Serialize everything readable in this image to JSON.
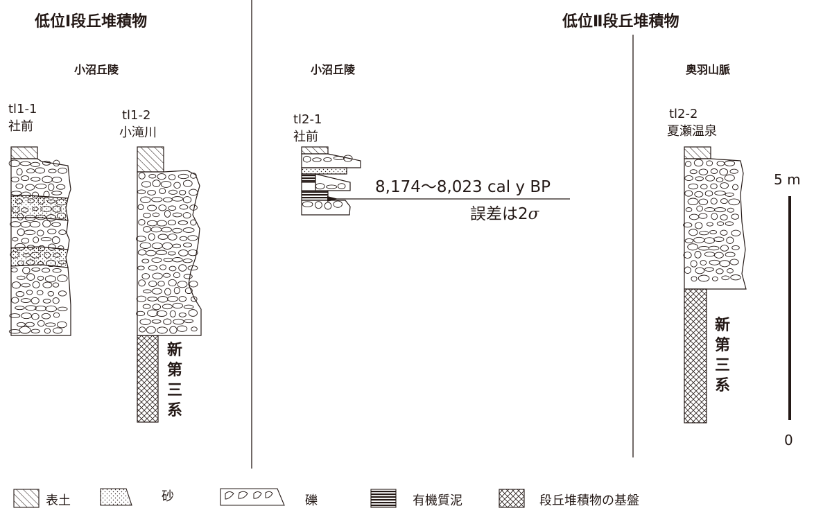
{
  "headings": {
    "lower_terrace_1": "低位Ⅰ段丘堆積物",
    "lower_terrace_2": "低位Ⅱ段丘堆積物"
  },
  "regions": {
    "onuma_hills_left": "小沼丘陵",
    "onuma_hills_mid": "小沼丘陵",
    "ou_mountains": "奥羽山脈"
  },
  "columns": [
    {
      "id": "tl1-1",
      "code": "tl1-1",
      "site": "社前"
    },
    {
      "id": "tl1-2",
      "code": "tl1-2",
      "site": "小滝川"
    },
    {
      "id": "tl2-1",
      "code": "tl2-1",
      "site": "社前"
    },
    {
      "id": "tl2-2",
      "code": "tl2-2",
      "site": "夏瀬温泉"
    }
  ],
  "basement_label": "新第三系",
  "dating": {
    "age": "8,174～8,023 cal y BP",
    "note_prefix": "誤差は2",
    "note_sigma": "σ"
  },
  "scale": {
    "top_label": "5 m",
    "bottom_label": "0"
  },
  "legend": [
    {
      "key": "topsoil",
      "label": "表土"
    },
    {
      "key": "sand",
      "label": "砂"
    },
    {
      "key": "gravel",
      "label": "礫"
    },
    {
      "key": "organic_mud",
      "label": "有機質泥"
    },
    {
      "key": "basement",
      "label": "段丘堆積物の基盤"
    }
  ],
  "colors": {
    "ink": "#231815",
    "background": "#ffffff"
  }
}
